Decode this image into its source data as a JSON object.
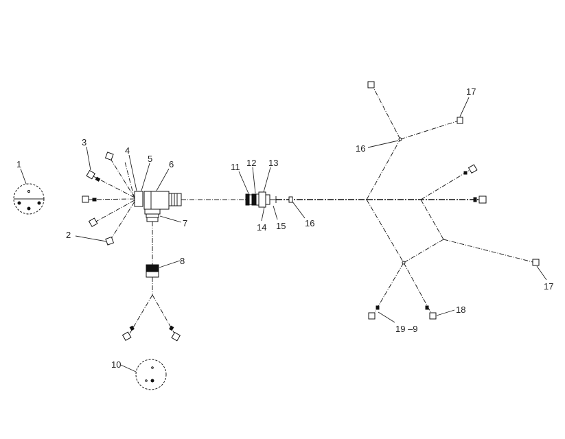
{
  "callouts": {
    "c1": "1",
    "c2": "2",
    "c3": "3",
    "c4": "4",
    "c5": "5",
    "c6": "6",
    "c7": "7",
    "c8": "8",
    "c10": "10",
    "c11": "11",
    "c12": "12",
    "c13": "13",
    "c14": "14",
    "c15": "15",
    "c16a": "16",
    "c16b": "16",
    "c17a": "17",
    "c17b": "17",
    "c18": "18",
    "c19": "19 –9"
  }
}
